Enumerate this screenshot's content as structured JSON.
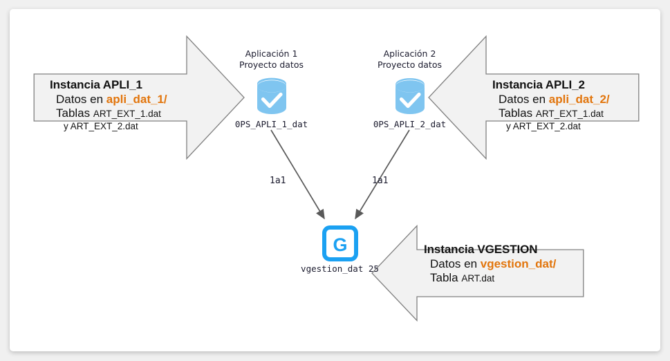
{
  "diagram": {
    "background": "#f0f0f0",
    "page_background": "#ffffff",
    "accent_orange": "#E2750C",
    "db_icon_color": "#7FC5F0",
    "g_icon_color": "#1BA1F2",
    "callout_fill": "#F2F2F2",
    "callout_stroke": "#808080"
  },
  "callouts": {
    "left": {
      "title": "Instancia APLI_1",
      "line2_prefix": "Datos en ",
      "line2_value": "apli_dat_1/",
      "line3_prefix": "Tablas ",
      "line3_value": "ART_EXT_1.dat",
      "line4_value": "y ART_EXT_2.dat"
    },
    "right": {
      "title": "Instancia APLI_2",
      "line2_prefix": "Datos en ",
      "line2_value": "apli_dat_2/",
      "line3_prefix": "Tablas ",
      "line3_value": "ART_EXT_1.dat",
      "line4_value": "y ART_EXT_2.dat"
    },
    "bottom": {
      "title": "Instancia VGESTION",
      "line2_prefix": "Datos en ",
      "line2_value": "vgestion_dat/",
      "line3_prefix": "Tabla ",
      "line3_value": "ART.dat"
    }
  },
  "nodes": [
    {
      "id": "apli1",
      "caption_line1": "Aplicación 1",
      "caption_line2": "Proyecto datos",
      "label": "0PS_APLI_1_dat",
      "icon": "database-check-icon"
    },
    {
      "id": "apli2",
      "caption_line1": "Aplicación 2",
      "caption_line2": "Proyecto datos",
      "label": "0PS_APLI_2_dat",
      "icon": "database-check-icon"
    },
    {
      "id": "vgestion",
      "label": "vgestion_dat 25",
      "icon": "g-app-icon",
      "glyph": "G"
    }
  ],
  "edges": [
    {
      "id": "edge-left",
      "label": "1a1",
      "from": "apli1",
      "to": "vgestion"
    },
    {
      "id": "edge-right",
      "label": "1a1",
      "from": "apli2",
      "to": "vgestion"
    }
  ]
}
